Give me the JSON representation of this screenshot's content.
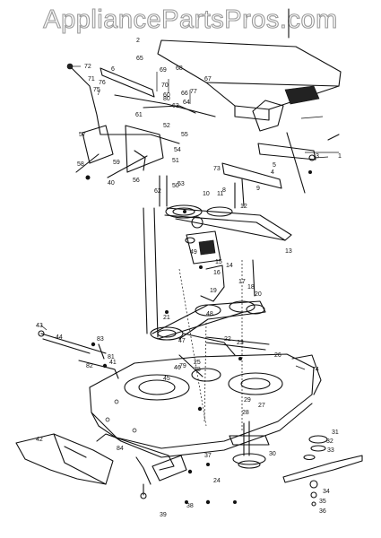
{
  "watermark": "AppliancePartsPros.com",
  "part_numbers": [
    {
      "id": "p1",
      "text": "1"
    },
    {
      "id": "p2",
      "text": "2"
    },
    {
      "id": "p3",
      "text": "3"
    },
    {
      "id": "p4",
      "text": "4"
    },
    {
      "id": "p5",
      "text": "5"
    },
    {
      "id": "p6",
      "text": "6"
    },
    {
      "id": "p7",
      "text": "7"
    },
    {
      "id": "p8",
      "text": "8"
    },
    {
      "id": "p9",
      "text": "9"
    },
    {
      "id": "p10",
      "text": "10"
    },
    {
      "id": "p11",
      "text": "11"
    },
    {
      "id": "p12",
      "text": "12"
    },
    {
      "id": "p13",
      "text": "13"
    },
    {
      "id": "p14",
      "text": "14"
    },
    {
      "id": "p15",
      "text": "15"
    },
    {
      "id": "p16",
      "text": "16"
    },
    {
      "id": "p17",
      "text": "17"
    },
    {
      "id": "p18",
      "text": "18"
    },
    {
      "id": "p19",
      "text": "19"
    },
    {
      "id": "p20",
      "text": "20"
    },
    {
      "id": "p21",
      "text": "21"
    },
    {
      "id": "p22",
      "text": "22"
    },
    {
      "id": "p23",
      "text": "23"
    },
    {
      "id": "p24",
      "text": "24"
    },
    {
      "id": "p25",
      "text": "25"
    },
    {
      "id": "p26",
      "text": "26"
    },
    {
      "id": "p27",
      "text": "27"
    },
    {
      "id": "p28",
      "text": "28"
    },
    {
      "id": "p29",
      "text": "29"
    },
    {
      "id": "p30",
      "text": "30"
    },
    {
      "id": "p31",
      "text": "31"
    },
    {
      "id": "p32",
      "text": "32"
    },
    {
      "id": "p33",
      "text": "33"
    },
    {
      "id": "p34",
      "text": "34"
    },
    {
      "id": "p35",
      "text": "35"
    },
    {
      "id": "p36",
      "text": "36"
    },
    {
      "id": "p37",
      "text": "37"
    },
    {
      "id": "p38",
      "text": "38"
    },
    {
      "id": "p39",
      "text": "39"
    },
    {
      "id": "p40",
      "text": "40"
    },
    {
      "id": "p41",
      "text": "41"
    },
    {
      "id": "p42",
      "text": "42"
    },
    {
      "id": "p43",
      "text": "43"
    },
    {
      "id": "p44",
      "text": "44"
    },
    {
      "id": "p45",
      "text": "45"
    },
    {
      "id": "p46",
      "text": "46"
    },
    {
      "id": "p47",
      "text": "47"
    },
    {
      "id": "p48",
      "text": "48"
    },
    {
      "id": "p49",
      "text": "49"
    },
    {
      "id": "p50",
      "text": "50"
    },
    {
      "id": "p51",
      "text": "51"
    },
    {
      "id": "p52",
      "text": "52"
    },
    {
      "id": "p53",
      "text": "53"
    },
    {
      "id": "p54",
      "text": "54"
    },
    {
      "id": "p55",
      "text": "55"
    },
    {
      "id": "p56",
      "text": "56"
    },
    {
      "id": "p57",
      "text": "57"
    },
    {
      "id": "p58",
      "text": "58"
    },
    {
      "id": "p59",
      "text": "59"
    },
    {
      "id": "p60",
      "text": "60"
    },
    {
      "id": "p61",
      "text": "61"
    },
    {
      "id": "p62",
      "text": "62"
    },
    {
      "id": "p63",
      "text": "63"
    },
    {
      "id": "p64",
      "text": "64"
    },
    {
      "id": "p65",
      "text": "65"
    },
    {
      "id": "p66",
      "text": "66"
    },
    {
      "id": "p67",
      "text": "67"
    },
    {
      "id": "p68",
      "text": "68"
    },
    {
      "id": "p69",
      "text": "69"
    },
    {
      "id": "p70",
      "text": "70"
    },
    {
      "id": "p71",
      "text": "71"
    },
    {
      "id": "p72",
      "text": "72"
    },
    {
      "id": "p73",
      "text": "73"
    },
    {
      "id": "p74",
      "text": "74"
    },
    {
      "id": "p75",
      "text": "75"
    },
    {
      "id": "p76",
      "text": "76"
    },
    {
      "id": "p77",
      "text": "77"
    },
    {
      "id": "p78",
      "text": "78"
    },
    {
      "id": "p79",
      "text": "79"
    },
    {
      "id": "p80",
      "text": "80"
    },
    {
      "id": "p81",
      "text": "81"
    },
    {
      "id": "p82",
      "text": "82"
    },
    {
      "id": "p83",
      "text": "83"
    },
    {
      "id": "p84",
      "text": "84"
    }
  ]
}
